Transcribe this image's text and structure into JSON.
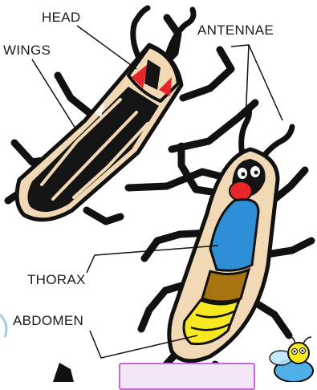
{
  "labels": {
    "head": "HEAD",
    "wings": "WINGS",
    "antennae": "ANTENNAE",
    "thorax": "THORAX",
    "abdomen": "ABDOMEN"
  },
  "colors": {
    "outline": "#111111",
    "shell": "#f2d9b6",
    "wing_black": "#141414",
    "head_red": "#e8262a",
    "thorax_blue": "#2e8fd6",
    "abdomen_brown": "#a8740f",
    "abdomen_yellow": "#f7e81f",
    "panel_fill": "#f3e6f7",
    "panel_border": "#c46ad6"
  }
}
